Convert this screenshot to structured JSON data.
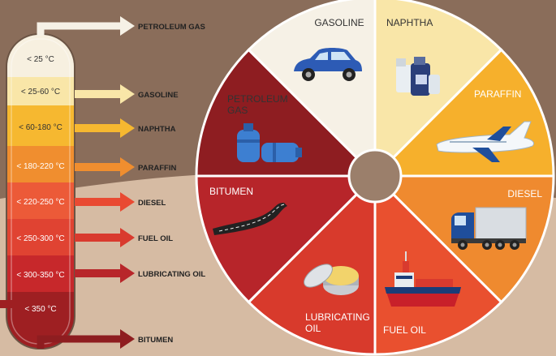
{
  "colors": {
    "background": "#8a6d5a",
    "ground": "#d6bba3",
    "hub": "#9b7f6b",
    "divider": "#ffffff"
  },
  "column": {
    "levels": [
      {
        "temp": "< 25 °C",
        "color": "#f7f0e0",
        "text": "#333333"
      },
      {
        "temp": "< 25-60 °C",
        "color": "#f9e6a8",
        "text": "#333333"
      },
      {
        "temp": "< 60-180 °C",
        "color": "#f6b830",
        "text": "#333333"
      },
      {
        "temp": "< 180-220 °C",
        "color": "#f08e2f",
        "text": "#ffffff"
      },
      {
        "temp": "< 220-250 °C",
        "color": "#ec5a38",
        "text": "#ffffff"
      },
      {
        "temp": "< 250-300 °C",
        "color": "#e04332",
        "text": "#ffffff"
      },
      {
        "temp": "< 300-350 °C",
        "color": "#c7282b",
        "text": "#ffffff"
      },
      {
        "temp": "< 350 °C",
        "color": "#9e1f22",
        "text": "#ffffff"
      }
    ]
  },
  "outputs": [
    {
      "label": "PETROLEUM GAS",
      "color": "#f6f1e6"
    },
    {
      "label": "GASOLINE",
      "color": "#f9e6a8"
    },
    {
      "label": "NAPHTHA",
      "color": "#f6b830"
    },
    {
      "label": "PARAFFIN",
      "color": "#f08e2f"
    },
    {
      "label": "DIESEL",
      "color": "#e94a32"
    },
    {
      "label": "FUEL OIL",
      "color": "#d93a2e"
    },
    {
      "label": "LUBRICATING OIL",
      "color": "#b8262a"
    },
    {
      "label": "BITUMEN",
      "color": "#8e1d20"
    }
  ],
  "wheel": {
    "segments": [
      {
        "name": "GASOLINE",
        "lines": [
          "GASOLINE"
        ],
        "color": "#f9e6a8",
        "text": "#333333",
        "icon": "car-icon"
      },
      {
        "name": "NAPHTHA",
        "lines": [
          "NAPHTHA"
        ],
        "color": "#f6b02c",
        "text": "#333333",
        "icon": "chemical-bottles-icon"
      },
      {
        "name": "PARAFFIN",
        "lines": [
          "PARAFFIN"
        ],
        "color": "#ef8a2f",
        "text": "#ffffff",
        "icon": "airplane-icon"
      },
      {
        "name": "DIESEL",
        "lines": [
          "DIESEL"
        ],
        "color": "#e9502f",
        "text": "#ffffff",
        "icon": "truck-icon"
      },
      {
        "name": "FUEL OIL",
        "lines": [
          "FUEL OIL"
        ],
        "color": "#d83a2c",
        "text": "#ffffff",
        "icon": "ship-icon"
      },
      {
        "name": "LUBRICATING OIL",
        "lines": [
          "LUBRICATING",
          "OIL"
        ],
        "color": "#b7252a",
        "text": "#ffffff",
        "icon": "grease-tin-icon"
      },
      {
        "name": "BITUMEN",
        "lines": [
          "BITUMEN"
        ],
        "color": "#8e1d21",
        "text": "#ffffff",
        "icon": "road-icon"
      },
      {
        "name": "PETROLEUM GAS",
        "lines": [
          "PETROLEUM",
          "GAS"
        ],
        "color": "#f6f1e6",
        "text": "#333333",
        "icon": "gas-cylinders-icon"
      }
    ]
  }
}
